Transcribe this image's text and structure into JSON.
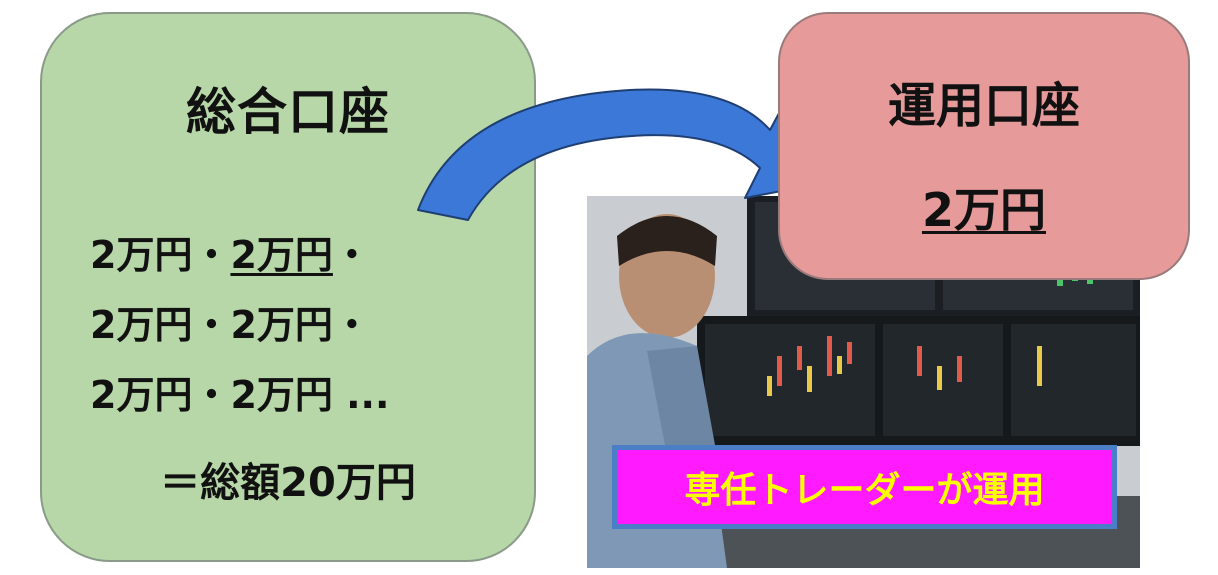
{
  "left_box": {
    "title": "総合口座",
    "line1": {
      "a": "2万円・",
      "b": "2万円",
      "c": "・"
    },
    "line2": "2万円・2万円・",
    "line3": "2万円・2万円 ...",
    "total": "＝総額20万円"
  },
  "right_box": {
    "title": "運用口座",
    "amount": "2万円"
  },
  "photo": {
    "caption": "専任トレーダーが運用"
  },
  "colors": {
    "left_box": "#b7d7a8",
    "right_box": "#e69a9a",
    "arrow": "#3c78d8",
    "badge_bg": "#ff1aff",
    "badge_text": "#ffff00",
    "badge_border": "#4a7fc8"
  }
}
